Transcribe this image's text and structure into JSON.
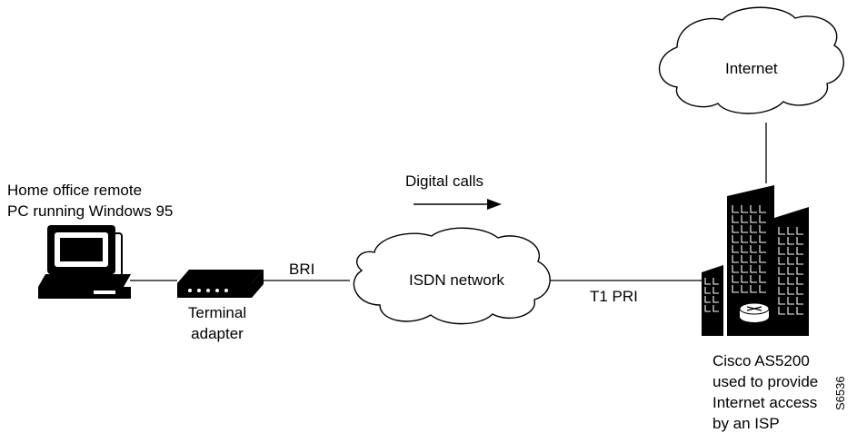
{
  "diagram": {
    "pc_label": [
      "Home office remote",
      "PC running Windows 95"
    ],
    "flow_label": "Digital calls",
    "adapter_label": [
      "Terminal",
      "adapter"
    ],
    "link_bri": "BRI",
    "isdn_cloud": "ISDN network",
    "link_pri": "T1 PRI",
    "internet_cloud": "Internet",
    "server_label": [
      "Cisco AS5200",
      "used to provide",
      "Internet access",
      "by an ISP"
    ],
    "figure_id": "S6536"
  }
}
